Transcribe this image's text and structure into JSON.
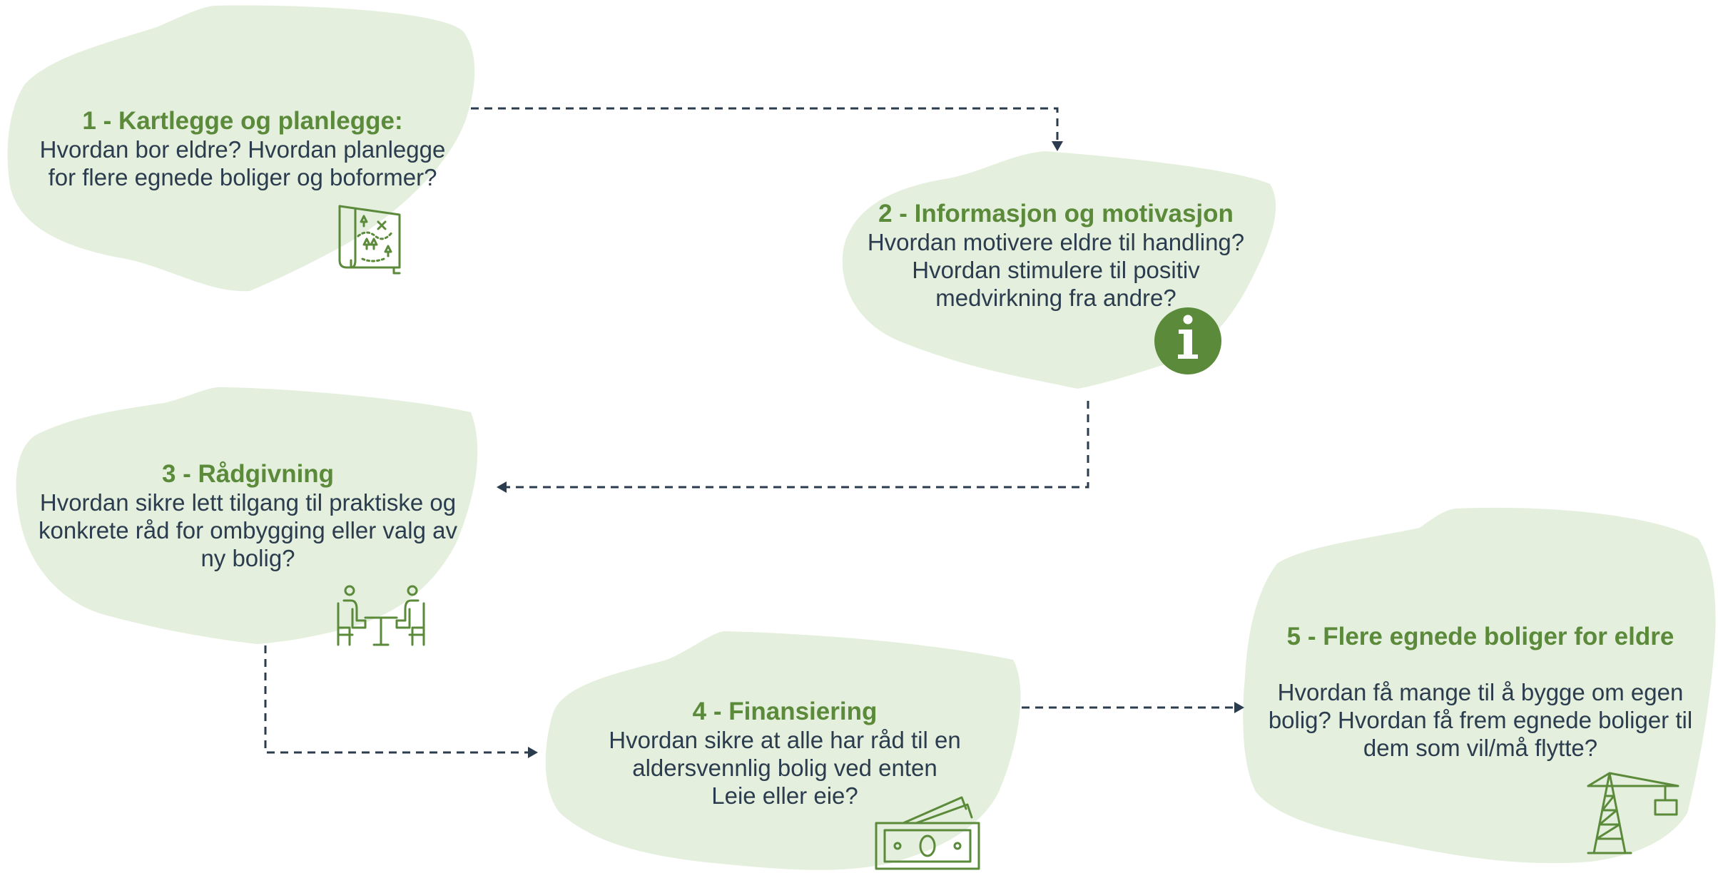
{
  "colors": {
    "blob": "#e4efdd",
    "title": "#5a8a3a",
    "text": "#2b3c4e",
    "connector": "#2b3c4e",
    "icon": "#5a8a3a"
  },
  "steps": [
    {
      "title": "1 - Kartlegge og planlegge:",
      "lines": [
        "Hvordan bor eldre? Hvordan planlegge",
        "for flere egnede boliger og boformer?"
      ],
      "icon": "map-icon"
    },
    {
      "title": "2 - Informasjon og motivasjon",
      "lines": [
        "Hvordan motivere eldre til handling?",
        "Hvordan stimulere til positiv",
        "medvirkning fra andre?"
      ],
      "icon": "info-icon"
    },
    {
      "title": "3 - Rådgivning",
      "lines": [
        "Hvordan sikre lett tilgang til praktiske og",
        "konkrete råd for ombygging eller valg av",
        "ny bolig?"
      ],
      "icon": "consultation-icon"
    },
    {
      "title": "4 - Finansiering",
      "lines": [
        "Hvordan sikre at alle har råd til en",
        "aldersvennlig bolig ved enten",
        "Leie eller eie?"
      ],
      "icon": "money-icon"
    },
    {
      "title": "5 - Flere egnede boliger for eldre",
      "lines": [
        "Hvordan få mange til å bygge om egen",
        "bolig? Hvordan få frem egnede boliger til",
        "dem som vil/må flytte?"
      ],
      "icon": "crane-icon"
    }
  ],
  "connectors": [
    {
      "from": 1,
      "to": 2
    },
    {
      "from": 2,
      "to": 3
    },
    {
      "from": 3,
      "to": 4
    },
    {
      "from": 4,
      "to": 5
    }
  ]
}
